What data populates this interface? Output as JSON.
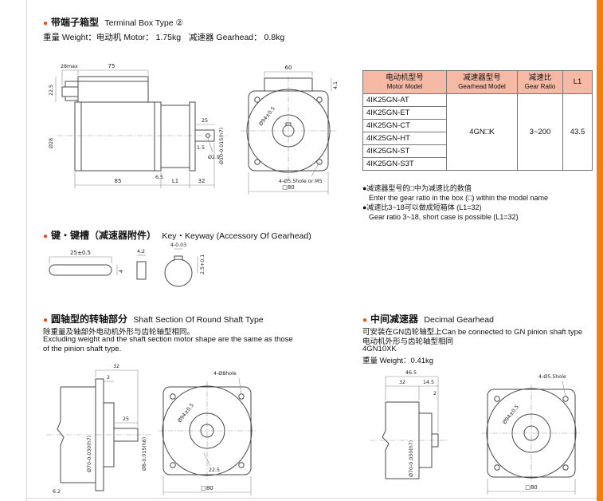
{
  "colors": {
    "accent": "#e8500e",
    "stripe": "#ee7f10",
    "tableHeaderBg": "#f5b9a5"
  },
  "sections": {
    "terminal_box": {
      "bullet": "●",
      "title_cn": "带端子箱型",
      "title_en": "Terminal Box Type ②",
      "weight_motor": "重量 Weight：电动机 Motor： 1.75kg",
      "weight_gearhead": "减速器 Gearhead： 0.8kg"
    },
    "key_keyway": {
      "bullet": "●",
      "title_cn": "键・键槽（减速器附件）",
      "title_en": "Key・Keyway (Accessory Of Gearhead)"
    },
    "round_shaft": {
      "bullet": "●",
      "title_cn": "圆轴型的转轴部分",
      "title_en": "Shaft Section Of Round Shaft Type",
      "line1": "除重量及轴部外电动机外形与齿轮轴型相同。",
      "line2": "Excluding weight and the shaft section motor shape are the same as those",
      "line3": "of the pinion shaft type."
    },
    "decimal_gearhead": {
      "bullet": "●",
      "title_cn": "中间减速器",
      "title_en": "Decimal Gearhead",
      "line1": "可安装在GN齿轮轴型上Can be connected to GN pinion shaft type",
      "line2": "电动机外形与齿轮轴型相同",
      "line3": "4GN10XK",
      "line4": "重量 Weight：0.41kg"
    }
  },
  "table": {
    "headers": [
      {
        "cn": "电动机型号",
        "en": "Motor Model"
      },
      {
        "cn": "减速器型号",
        "en": "Gearhead Model"
      },
      {
        "cn": "减速比",
        "en": "Gear Ratio"
      },
      {
        "cn": "L1",
        "en": ""
      }
    ],
    "models": [
      "4IK25GN-AT",
      "4IK25GN-ET",
      "4IK25GN-CT",
      "4IK25GN-HT",
      "4IK25GN-ST",
      "4IK25GN-S3T"
    ],
    "gearhead_model": "4GN□K",
    "gear_ratio": "3~200",
    "l1": "43.5"
  },
  "notes": {
    "n1": "●减速器型号的□中为减速比的数值",
    "n2": "Enter the gear ratio in the box (□) within the model name",
    "n3": "●减速比3~18可以做成短箱体 (L1=32)",
    "n4": "Gear ratio 3~18, short case is possible (L1=32)"
  },
  "drawings": {
    "motor_side": {
      "dim_28max": "28max",
      "dim_75": "75",
      "dim_22_5": "22.5",
      "dim_o28": "Ø28",
      "dim_25": "25",
      "dim_shaft": "Ø10-0.015(h7)",
      "dim_1_5": "1.5",
      "dim_o2_9": "Ø2.9",
      "dim_6_5": "6.5",
      "dim_85": "85",
      "dim_L1": "L1",
      "dim_32": "32"
    },
    "motor_front": {
      "dim_60": "60",
      "dim_4_1": "4.1",
      "dim_bolt_circle": "Ø94±0.5",
      "dim_holes": "4-Ø5.5hole or M5",
      "dim_square": "□80"
    },
    "key": {
      "dim_length": "25±0.5",
      "dim_height": "4",
      "dim_width": "4.2",
      "dim_keyway_w": "4-0.03",
      "dim_keyway_d": "2.5+0.1"
    },
    "round_shaft": {
      "dim_32": "32",
      "dim_2": "2",
      "dim_25": "25",
      "dim_shaft": "Ø8-0.015(h6)",
      "dim_pilot": "Ø70-0.030(h7)",
      "dim_6_2": "6.2",
      "dim_holes": "4-Ø8hole",
      "dim_bolt_circle": "Ø94±0.5",
      "dim_22_5": "22.5",
      "dim_square": "□80"
    },
    "decimal": {
      "dim_46_5": "46.5",
      "dim_32": "32",
      "dim_14_5": "14.5",
      "dim_2": "2",
      "dim_pilot": "Ø70-0.030(h7)",
      "dim_holes": "4-Ø5.5hole",
      "dim_bolt_circle": "Ø94±0.5",
      "dim_square": "□80"
    }
  }
}
